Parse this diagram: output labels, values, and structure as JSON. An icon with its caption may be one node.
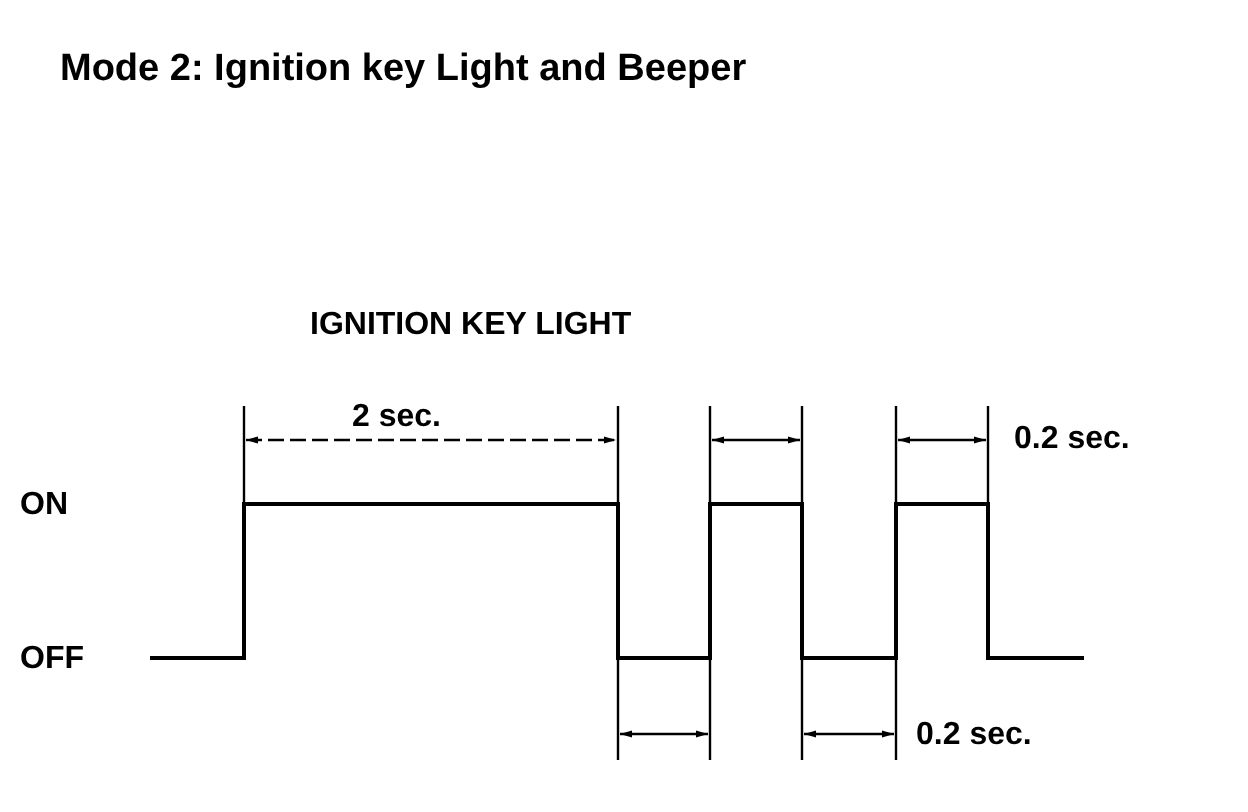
{
  "diagram": {
    "title": "Mode 2: Ignition key Light and Beeper",
    "labels": [
      "IGNITION KEY LIGHT",
      "2 sec.",
      "0.2 sec.",
      "ON",
      "OFF",
      "0.2 sec."
    ]
  }
}
